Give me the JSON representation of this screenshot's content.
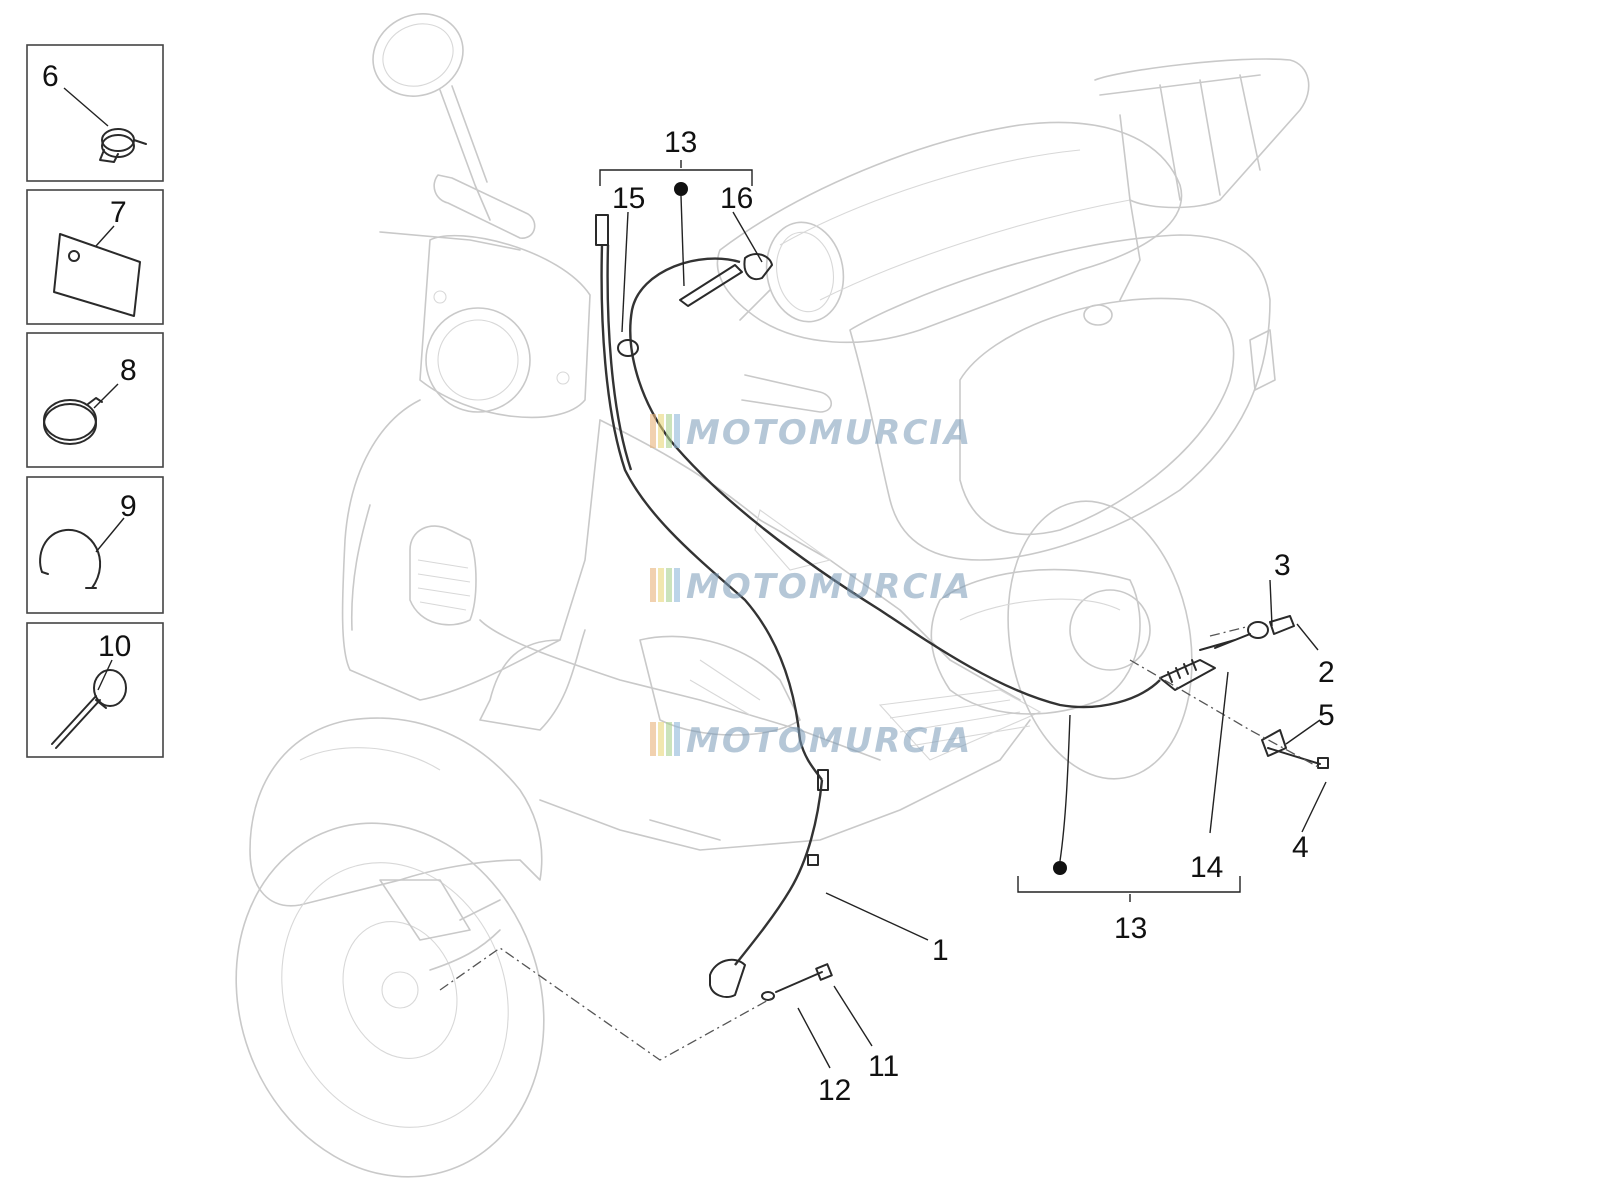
{
  "callouts": {
    "n1": "1",
    "n2": "2",
    "n3": "3",
    "n4": "4",
    "n5": "5",
    "n6": "6",
    "n7": "7",
    "n8": "8",
    "n9": "9",
    "n10": "10",
    "n11": "11",
    "n12": "12",
    "n13_top": "13",
    "n13_bottom": "13",
    "n14": "14",
    "n15": "15",
    "n16": "16"
  },
  "watermarks": [
    "MOTOMURCIA",
    "MOTOMURCIA",
    "MOTOMURCIA"
  ]
}
